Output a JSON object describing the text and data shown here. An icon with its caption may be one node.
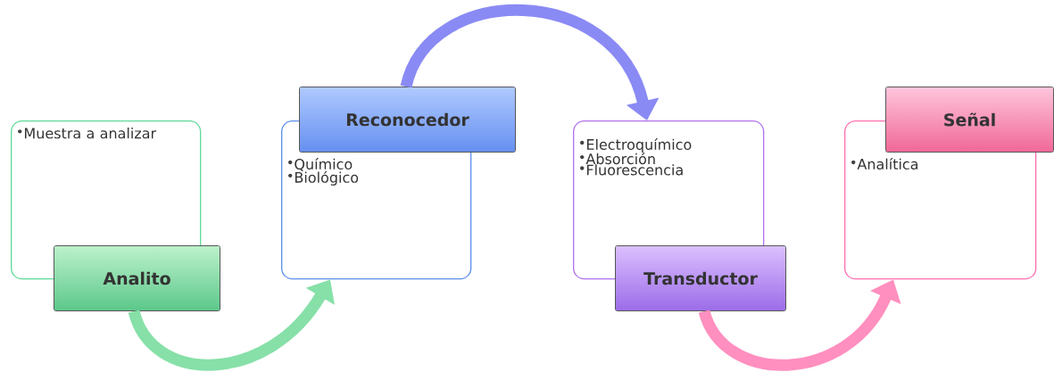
{
  "diagram": {
    "nodes": [
      {
        "text": [
          "Muestra a analizar"
        ]
      },
      {
        "text": [
          "Analito"
        ]
      },
      {
        "text": [
          "Químico",
          "Biológico"
        ]
      },
      {
        "text": [
          "Reconocedor"
        ]
      },
      {
        "text": [
          "Electroquímico",
          "Absorción",
          "Fluorescencia"
        ]
      },
      {
        "text": [
          "Transductor"
        ]
      },
      {
        "text": [
          "Analítica"
        ]
      },
      {
        "text": [
          "Señal"
        ]
      }
    ],
    "edges": [
      {
        "from": 1,
        "to": 2,
        "arrow": "to",
        "color": "#86e0a8"
      },
      {
        "from": 3,
        "to": 4,
        "arrow": "to",
        "color": "#8a8af5"
      },
      {
        "from": 5,
        "to": 6,
        "arrow": "to",
        "color": "#ff8fbf"
      }
    ]
  }
}
